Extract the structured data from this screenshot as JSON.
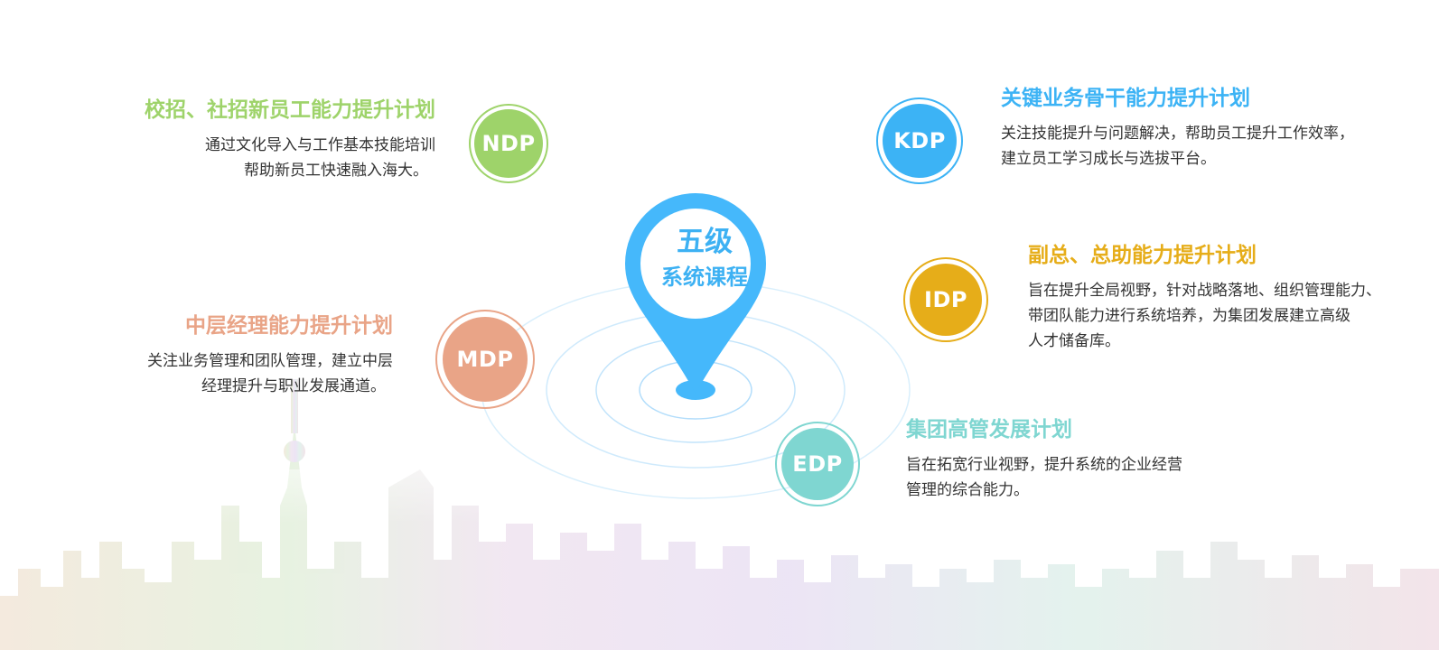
{
  "center": {
    "line1": "五级",
    "line2": "系统课程"
  },
  "colors": {
    "ndp": "#9ed36a",
    "kdp": "#3cb3f5",
    "idp": "#e6ad19",
    "mdp": "#e9a487",
    "edp": "#7fd6d1",
    "pin": "#45b8fb"
  },
  "programs": [
    {
      "code": "NDP",
      "title": "校招、社招新员工能力提升计划",
      "desc": [
        "通过文化导入与工作基本技能培训",
        "帮助新员工快速融入海大。"
      ]
    },
    {
      "code": "KDP",
      "title": "关键业务骨干能力提升计划",
      "desc": [
        "关注技能提升与问题解决，帮助员工提升工作效率，",
        "建立员工学习成长与选拔平台。"
      ]
    },
    {
      "code": "IDP",
      "title": "副总、总助能力提升计划",
      "desc": [
        "旨在提升全局视野，针对战略落地、组织管理能力、",
        "带团队能力进行系统培养，为集团发展建立高级",
        "人才储备库。"
      ]
    },
    {
      "code": "MDP",
      "title": "中层经理能力提升计划",
      "desc": [
        "关注业务管理和团队管理，建立中层",
        "经理提升与职业发展通道。"
      ]
    },
    {
      "code": "EDP",
      "title": "集团高管发展计划",
      "desc": [
        "旨在拓宽行业视野，提升系统的企业经营",
        "管理的综合能力。"
      ]
    }
  ]
}
